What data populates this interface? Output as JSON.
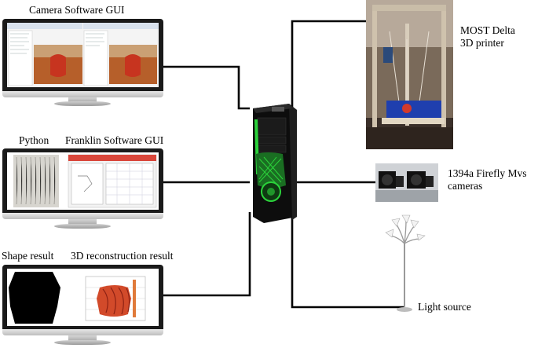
{
  "labels": {
    "camera_gui": "Camera Software GUI",
    "python": "Python",
    "franklin_gui": "Franklin Software GUI",
    "shape_result": "Shape result",
    "reconstruction": "3D reconstruction result",
    "printer": "MOST Delta 3D printer",
    "cameras": "1394a Firefly Mvs cameras",
    "light": "Light source"
  },
  "colors": {
    "wire": "#000000",
    "case_green": "#2bd33b",
    "case_body": "#111111",
    "print_red": "#d33a2c",
    "printer_bed_blue": "#1f3fae"
  }
}
